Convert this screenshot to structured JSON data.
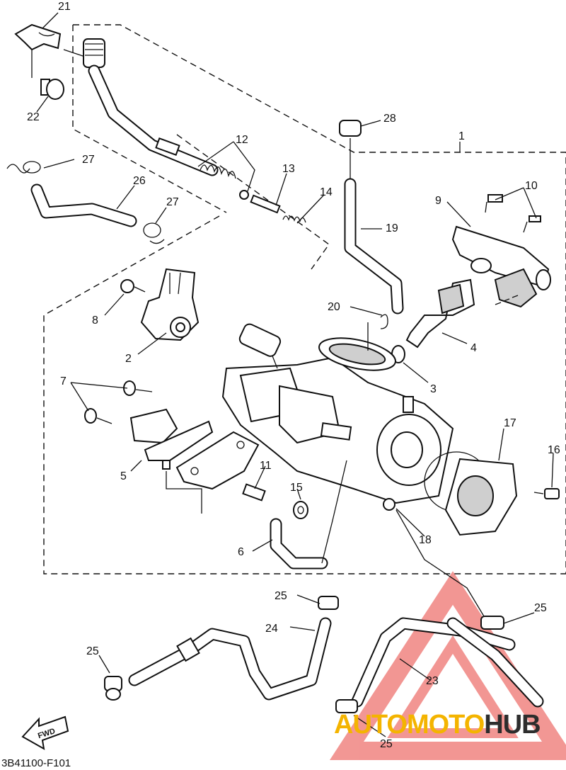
{
  "callouts": [
    "1",
    "2",
    "3",
    "4",
    "5",
    "6",
    "7",
    "8",
    "9",
    "10",
    "11",
    "12",
    "13",
    "14",
    "15",
    "16",
    "17",
    "18",
    "19",
    "20",
    "21",
    "22",
    "23",
    "24",
    "25",
    "25",
    "25",
    "25",
    "26",
    "27",
    "27",
    "28"
  ],
  "arrow_label": "FWD",
  "reference_code": "3B41100-F101",
  "watermark": {
    "text_accent": "AUTOMOTO",
    "text_dark": "HUB",
    "accent_color": "#f4b400",
    "dark_color": "#2d2d2d",
    "logo_color": "#e8413c"
  }
}
